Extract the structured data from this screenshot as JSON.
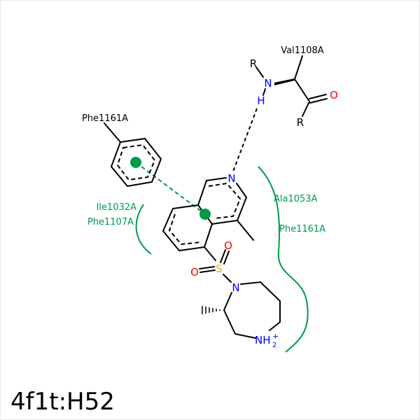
{
  "title": "4f1t:H52",
  "colors": {
    "interaction": "#00994c",
    "nitrogen": "#0000ff",
    "oxygen": "#ff0000",
    "sulfur": "#ffa500",
    "bond": "#000000"
  },
  "residues": {
    "val": "Val1108A",
    "phe_pi": "Phe1161A",
    "ile": "Ile1032A",
    "phe1107": "Phe1107A",
    "ala": "Ala1053A",
    "phe_hyd": "Phe1161A"
  },
  "atoms": {
    "R": "R",
    "N": "N",
    "H": "H",
    "O": "O",
    "S": "S",
    "NH": "NH",
    "sub2": "2",
    "plus": "+"
  }
}
